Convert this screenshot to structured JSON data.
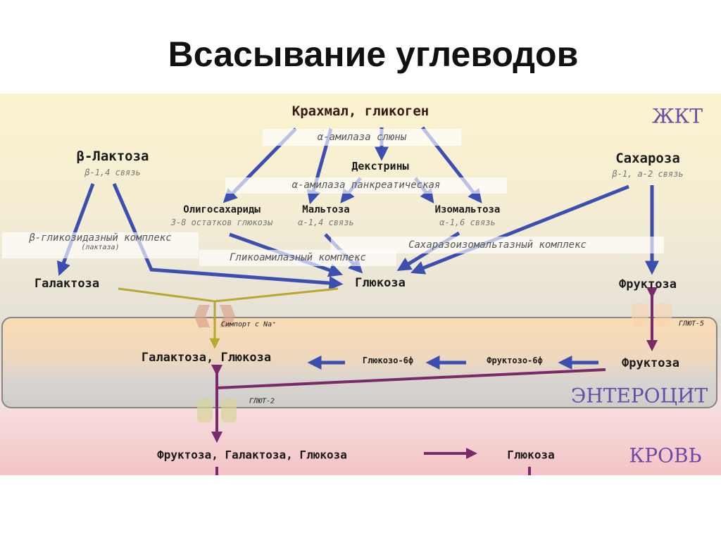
{
  "title": "Всасывание углеводов",
  "zones": {
    "gut": "ЖКТ",
    "cell": "ЭНТЕРОЦИТ",
    "blood": "КРОВЬ"
  },
  "nodes": {
    "starch": "Крахмал, гликоген",
    "dextrins": "Декстрины",
    "lactose": "β-Лактоза",
    "lactose_bond": "β-1,4 связь",
    "sucrose": "Сахароза",
    "sucrose_bond": "β-1, а-2 связь",
    "oligo": "Олигосахариды",
    "oligo_note": "3-8 остатков глюкозы",
    "maltose": "Мальтоза",
    "maltose_bond": "α-1,4 связь",
    "isomaltose": "Изомальтоза",
    "isomaltose_bond": "α-1,6 связь",
    "galactose": "Галактоза",
    "glucose": "Глюкоза",
    "fructose": "Фруктоза",
    "cell_galglu": "Галактоза, Глюкоза",
    "g6p": "Глюкозо-6ф",
    "f6p": "Фруктозо-6ф",
    "cell_fructose": "Фруктоза",
    "blood_all": "Фруктоза, Галактоза, Глюкоза",
    "blood_glucose": "Глюкоза"
  },
  "enzymes": {
    "saliva": "α-амилаза слюны",
    "pancreatic": "α-амилаза панкреатическая",
    "beta_glyc": "β-гликозидазный комплекс",
    "lactase": "(лактаза)",
    "sucrase": "Сахаразоизомальтазный комплекс",
    "glucoamylase": "Гликоамилазный комплекс"
  },
  "transporters": {
    "symport": "Симпорт с Na⁺",
    "glut5": "ГЛЮТ-5",
    "glut2": "ГЛЮТ-2"
  },
  "colors": {
    "arrow_blue": "#3b4fb0",
    "arrow_purple": "#7a2a6a",
    "arrow_yellow": "#b8a830",
    "zone_text": "#6b4aa8"
  }
}
